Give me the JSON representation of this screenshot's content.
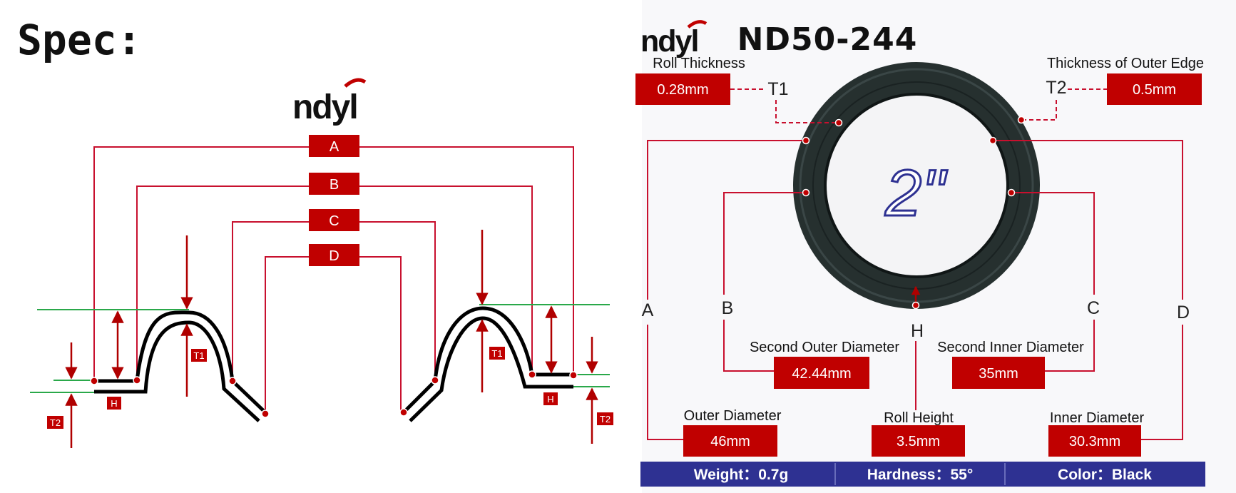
{
  "spec": {
    "title": "Spec:"
  },
  "logo": {
    "text": "ndyl"
  },
  "profile": {
    "dimension_tags": [
      "A",
      "B",
      "C",
      "D"
    ],
    "marker_t1": "T1",
    "marker_t2": "T2",
    "marker_h": "H"
  },
  "product": {
    "model": "ND50-244",
    "size_label": "2\""
  },
  "specs": {
    "roll_thickness": {
      "label": "Roll Thickness",
      "value": "0.28mm",
      "tag": "T1"
    },
    "outer_edge_thickness": {
      "label": "Thickness of Outer Edge",
      "value": "0.5mm",
      "tag": "T2"
    },
    "outer_diameter": {
      "label": "Outer Diameter",
      "value": "46mm",
      "tag": "A"
    },
    "second_outer_diameter": {
      "label": "Second Outer Diameter",
      "value": "42.44mm",
      "tag": "B"
    },
    "second_inner_diameter": {
      "label": "Second Inner Diameter",
      "value": "35mm",
      "tag": "C"
    },
    "inner_diameter": {
      "label": "Inner Diameter",
      "value": "30.3mm",
      "tag": "D"
    },
    "roll_height": {
      "label": "Roll Height",
      "value": "3.5mm",
      "tag": "H"
    }
  },
  "footer": {
    "weight": "Weight：0.7g",
    "hardness": "Hardness：55°",
    "color": "Color：Black"
  },
  "colors": {
    "red": "#c00000",
    "dark_red": "#b00000",
    "green": "#2aa84a",
    "navy": "#2e3192",
    "ring": "#263238"
  }
}
